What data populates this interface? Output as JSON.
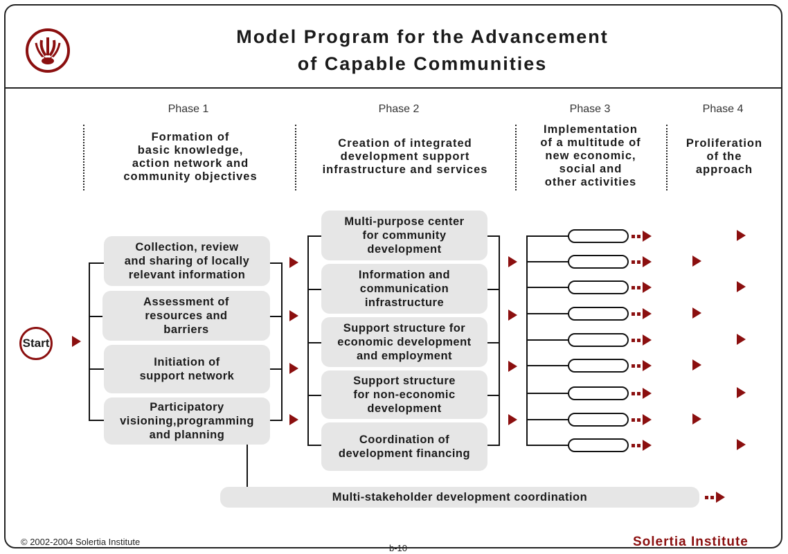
{
  "header": {
    "title_line1": "Model Program for the Advancement",
    "title_line2": "of Capable Communities",
    "logo_icon": "lotus-logo-icon"
  },
  "phases": [
    {
      "label": "Phase 1",
      "desc": [
        "Formation of",
        "basic knowledge,",
        "action network and",
        "community objectives"
      ]
    },
    {
      "label": "Phase 2",
      "desc": [
        "Creation of integrated",
        "development support",
        "infrastructure and services"
      ]
    },
    {
      "label": "Phase 3",
      "desc": [
        "Implementation",
        "of a multitude of",
        "new economic,",
        "social and",
        "other activities"
      ]
    },
    {
      "label": "Phase 4",
      "desc": [
        "Proliferation",
        "of the",
        "approach"
      ]
    }
  ],
  "start_label": "Start",
  "phase1_items": [
    [
      "Collection, review",
      "and sharing of locally",
      "relevant information"
    ],
    [
      "Assessment of",
      "resources and",
      "barriers"
    ],
    [
      "Initiation of",
      "support network"
    ],
    [
      "Participatory",
      "visioning,programming",
      "and planning"
    ]
  ],
  "phase2_items": [
    [
      "Multi-purpose center",
      "for community",
      "development"
    ],
    [
      "Information and",
      "communication",
      "infrastructure"
    ],
    [
      "Support structure for",
      "economic development",
      "and employment"
    ],
    [
      "Support structure",
      "for non-economic",
      "development"
    ],
    [
      "Coordination of",
      "development financing"
    ]
  ],
  "coordination_bar": "Multi-stakeholder development coordination",
  "footer": {
    "copyright": "© 2002-2004   Solertia Institute",
    "page": "b-10",
    "brand": "Solertia Institute"
  },
  "colors": {
    "accent": "#8b0f0f",
    "box": "#e6e6e6",
    "line": "#111111"
  }
}
